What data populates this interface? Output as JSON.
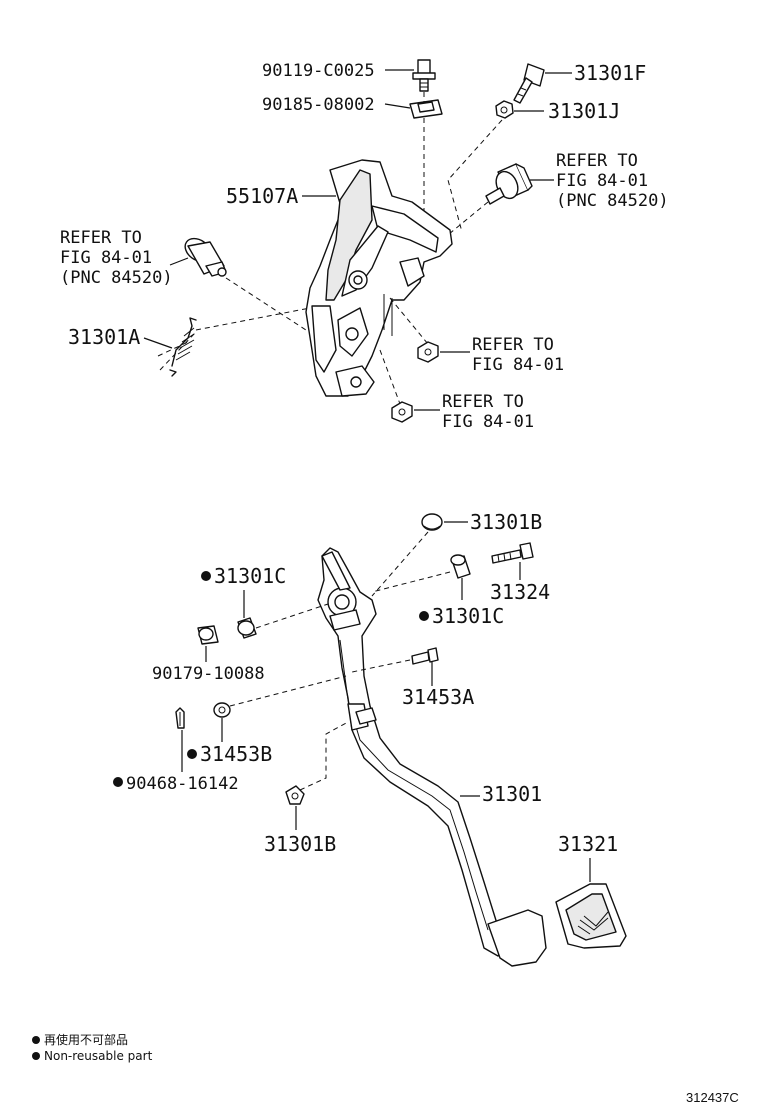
{
  "callouts": {
    "c1": "90119-C0025",
    "c2": "90185-08002",
    "c3": "31301F",
    "c4": "31301J",
    "c5": "REFER TO",
    "c6": "FIG 84-01",
    "c7": "(PNC 84520)",
    "c8": "55107A",
    "c9": "REFER TO",
    "c10": "FIG 84-01",
    "c11": "(PNC 84520)",
    "c12": "31301A",
    "c13": "REFER TO",
    "c14": "FIG 84-01",
    "c15": "REFER TO",
    "c16": "FIG 84-01",
    "c17": "31301B",
    "c18": "31301C",
    "c19": "31324",
    "c20": "31301C",
    "c21": "90179-10088",
    "c22": "31453A",
    "c23": "31453B",
    "c24": "90468-16142",
    "c25": "31301",
    "c26": "31321",
    "c27": "31301B"
  },
  "legend": {
    "line1": "再使用不可部品",
    "line2": "Non-reusable part"
  },
  "figure_ref": "312437C"
}
